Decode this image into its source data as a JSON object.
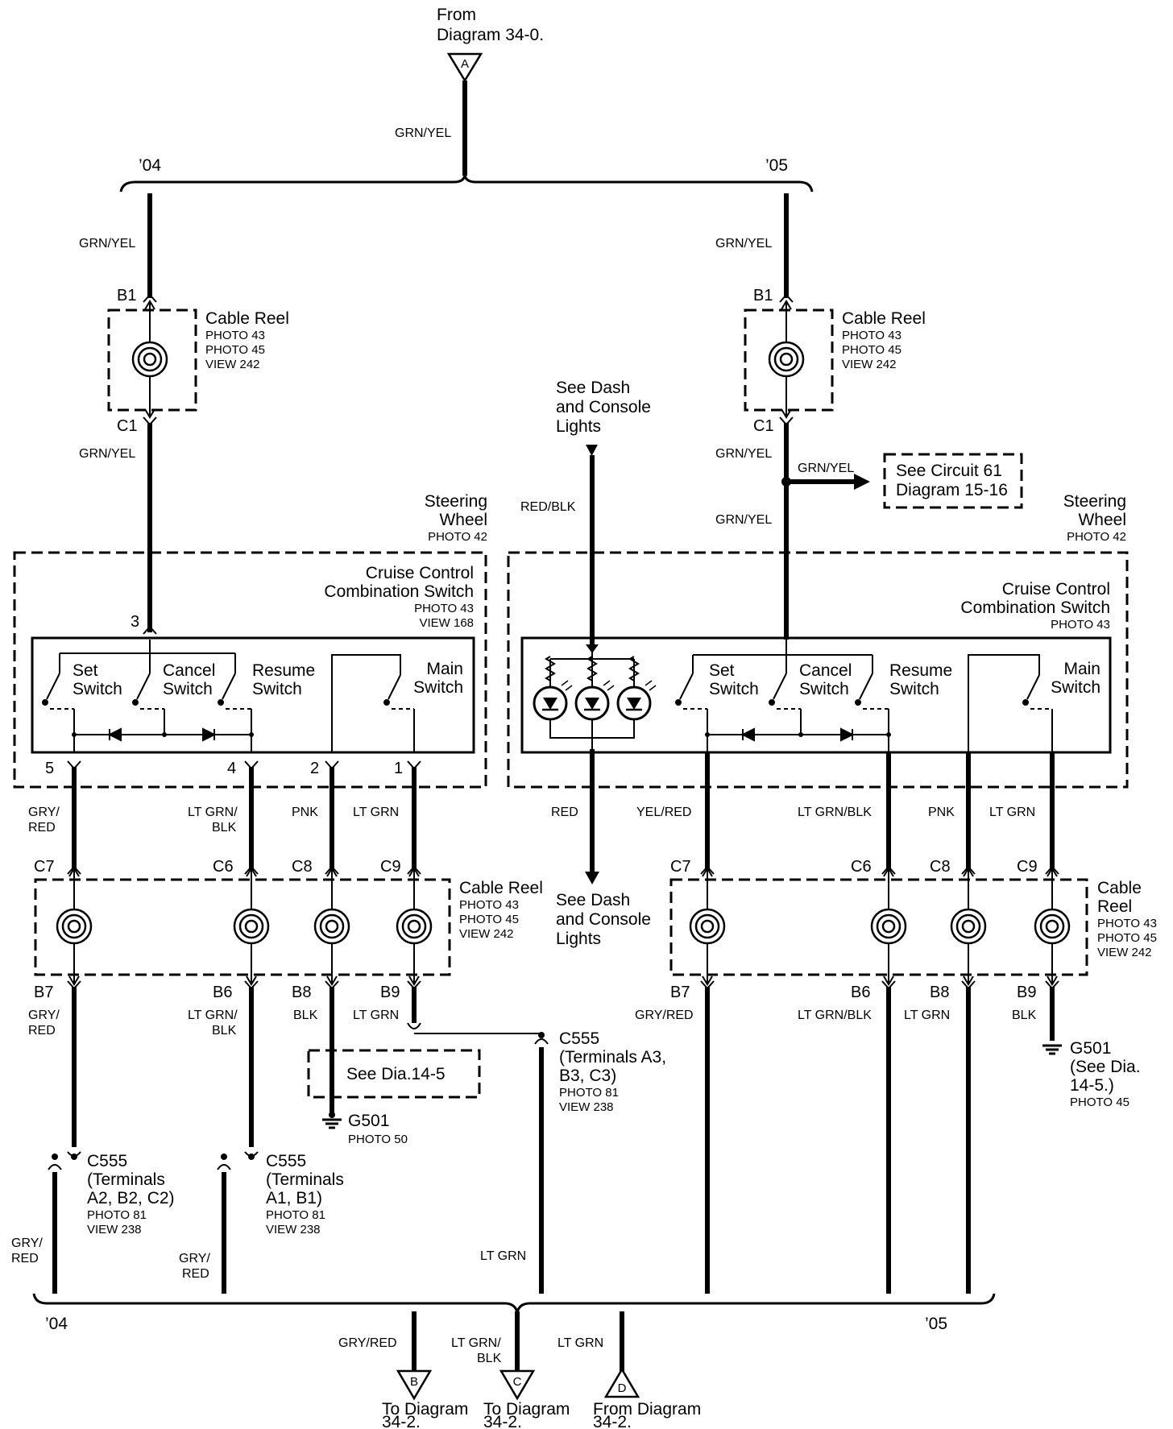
{
  "top_input": {
    "line1": "From",
    "line2": "Diagram 34-0.",
    "connector": "A",
    "wire": "GRN/YEL"
  },
  "years": {
    "y04": "’04",
    "y05": "’05"
  },
  "wire_labels": {
    "grn_yel": "GRN/YEL",
    "red_blk": "RED/BLK",
    "gry": "GRY/",
    "red": "RED",
    "lt_grn_slash": "LT GRN/",
    "blk": "BLK",
    "pnk": "PNK",
    "lt_grn": "LT GRN",
    "yel_red": "YEL/RED",
    "lt_grn_blk": "LT GRN/BLK",
    "gry_red": "GRY/RED",
    "lt_grn_slash_2": "LT GRN/"
  },
  "cable_reel": {
    "name": "Cable Reel",
    "cable": "Cable",
    "reel": "Reel",
    "photo43": "PHOTO 43",
    "photo45": "PHOTO 45",
    "view": "VIEW 242"
  },
  "steering_wheel": {
    "line1": "Steering",
    "line2": "Wheel",
    "photo": "PHOTO 42"
  },
  "cruise_switch": {
    "line1": "Cruise Control",
    "line2": "Combination Switch",
    "photo": "PHOTO 43",
    "view": "VIEW 168"
  },
  "switches": {
    "set1": "Set",
    "set2": "Switch",
    "cancel1": "Cancel",
    "cancel2": "Switch",
    "resume1": "Resume",
    "resume2": "Switch",
    "main1": "Main",
    "main2": "Switch"
  },
  "pins": {
    "b1": "B1",
    "c1": "C1",
    "p3": "3",
    "p5": "5",
    "p4": "4",
    "p2": "2",
    "p1": "1",
    "c7": "C7",
    "c6": "C6",
    "c8": "C8",
    "c9": "C9",
    "b7": "B7",
    "b6": "B6",
    "b8": "B8",
    "b9": "B9"
  },
  "dash_lights": {
    "line1": "See Dash",
    "line2": "and Console",
    "line3": "Lights"
  },
  "circuit61": {
    "line1": "See Circuit 61",
    "line2": "Diagram 15-16"
  },
  "see_dia": "See Dia.14-5",
  "g501_left": {
    "name": "G501",
    "photo": "PHOTO 50"
  },
  "g501_right": {
    "name": "G501",
    "line2": "(See Dia.",
    "line3": "14-5.)",
    "photo": "PHOTO 45"
  },
  "c555_a3": {
    "name": "C555",
    "line2": "(Terminals A3,",
    "line3": "B3, C3)",
    "photo": "PHOTO 81",
    "view": "VIEW 238"
  },
  "c555_a2": {
    "name": "C555",
    "line2": "(Terminals",
    "line3": "A2, B2, C2)",
    "photo": "PHOTO 81",
    "view": "VIEW 238"
  },
  "c555_a1": {
    "name": "C555",
    "line2": "(Terminals",
    "line3": "A1, B1)",
    "photo": "PHOTO 81",
    "view": "VIEW 238"
  },
  "bottom": {
    "b": {
      "connector": "B",
      "wire": "GRY/RED",
      "line1": "To Diagram",
      "line2": "34-2."
    },
    "c": {
      "connector": "C",
      "wire1": "LT GRN/",
      "wire2": "BLK",
      "line1": "To Diagram",
      "line2": "34-2."
    },
    "d": {
      "connector": "D",
      "wire": "LT GRN",
      "line1": "From Diagram",
      "line2": "34-2."
    }
  }
}
